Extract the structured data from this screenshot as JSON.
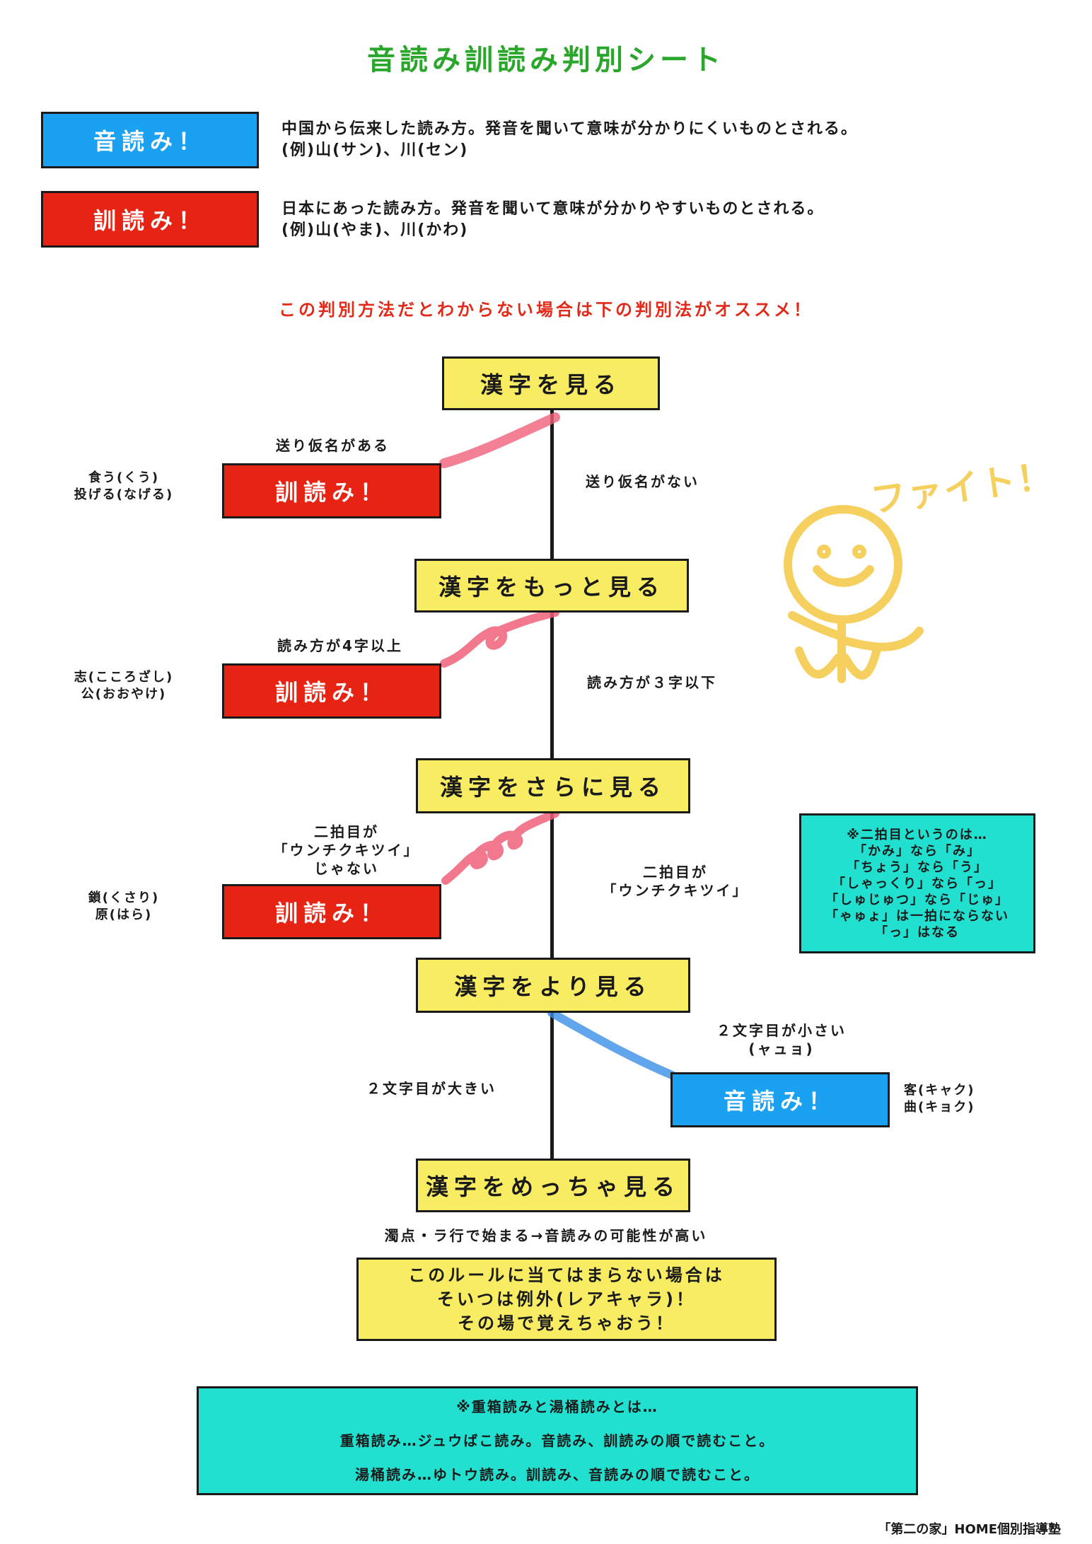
{
  "title": "音読み訓読み判別シート",
  "definitions": {
    "on": {
      "label": "音読み！",
      "line1": "中国から伝来した読み方。発音を聞いて意味が分かりにくいものとされる。",
      "line2": "(例)山(サン)、川(セン)"
    },
    "kun": {
      "label": "訓読み！",
      "line1": "日本にあった読み方。発音を聞いて意味が分かりやすいものとされる。",
      "line2": "(例)山(やま)、川(かわ)"
    }
  },
  "note": "この判別方法だとわからない場合は下の判別法がオススメ！",
  "flow": {
    "step1": "漢字を見る",
    "branch1_yes": "送り仮名がある",
    "branch1_no": "送り仮名がない",
    "result1": "訓読み！",
    "example1": [
      "食う(くう)",
      "投げる(なげる)"
    ],
    "step2": "漢字をもっと見る",
    "branch2_yes": "読み方が4字以上",
    "branch2_no": "読み方が３字以下",
    "result2": "訓読み！",
    "example2": [
      "志(こころざし)",
      "公(おおやけ)"
    ],
    "step3": "漢字をさらに見る",
    "branch3_yes": [
      "二拍目が",
      "「ウンチクキツイ」",
      "じゃない"
    ],
    "branch3_no": [
      "二拍目が",
      "「ウンチクキツイ」"
    ],
    "result3": "訓読み！",
    "example3": [
      "鎖(くさり)",
      "原(はら)"
    ],
    "step4": "漢字をより見る",
    "branch4_yes": [
      "２文字目が小さい",
      "(ャュョ)"
    ],
    "branch4_no": "２文字目が大きい",
    "result4": "音読み！",
    "example4": [
      "客(キャク)",
      "曲(キョク)"
    ],
    "step5": "漢字をめっちゃ見る",
    "hint5": "濁点・ラ行で始まる→音読みの可能性が高い",
    "rule": [
      "このルールに当てはまらない場合は",
      "そいつは例外(レアキャラ)！",
      "その場で覚えちゃおう！"
    ]
  },
  "side_note": [
    "※二拍目というのは…",
    "「かみ」なら「み」",
    "「ちょう」なら「う」",
    "「しゃっくり」なら「っ」",
    "「しゅじゅつ」なら「じゅ」",
    "「ゃゅょ」は一拍にならない",
    "「っ」はなる"
  ],
  "bottom_note": [
    "※重箱読みと湯桶読みとは…",
    "重箱読み…ジュウばこ読み。音読み、訓読みの順で読むこと。",
    "湯桶読み…ゆトウ読み。訓読み、音読みの順で読むこと。"
  ],
  "doodle_text": "ファイト！",
  "footer": "「第二の家」HOME個別指導塾",
  "colors": {
    "title_green": "#2aa62a",
    "on_blue": "#1aa1f2",
    "kun_red": "#e72314",
    "step_yellow": "#f8ec62",
    "teal": "#22e0d0",
    "note_red": "#e02a1a",
    "crayon_yellow": "#f5c842",
    "crayon_pink": "#f0607a",
    "crayon_blue": "#3a8fe8"
  }
}
